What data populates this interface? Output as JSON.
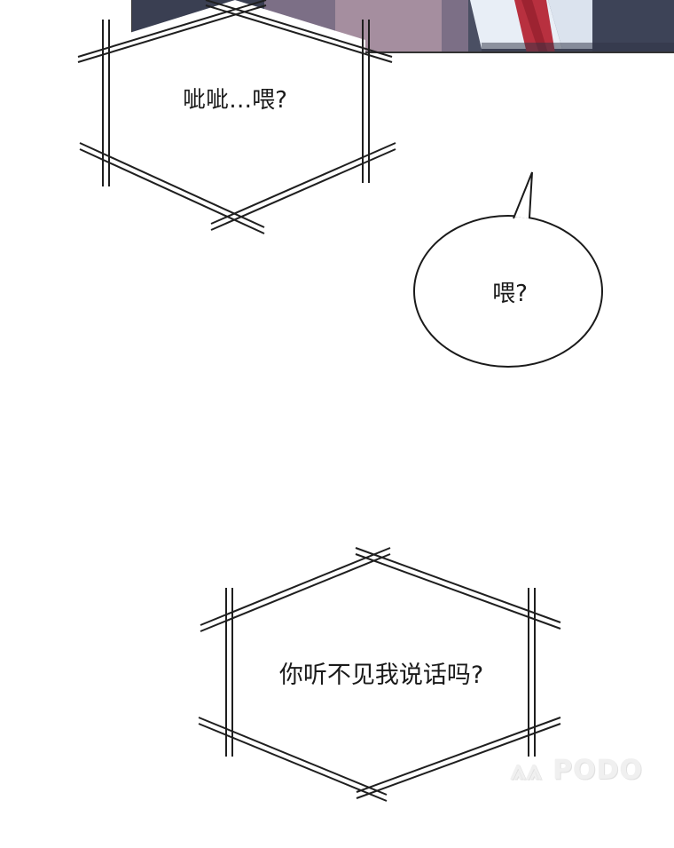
{
  "bubbles": {
    "top_left": "呲呲…喂?",
    "middle_right": "喂?",
    "bottom": "你听不见我说话吗?"
  },
  "watermark": "⩓⩓ PODO",
  "colors": {
    "background": "#ffffff",
    "outline": "#222222",
    "panel_dark": "#3d4357",
    "panel_shirt": "#e8eef6",
    "panel_tie": "#b8303f"
  }
}
